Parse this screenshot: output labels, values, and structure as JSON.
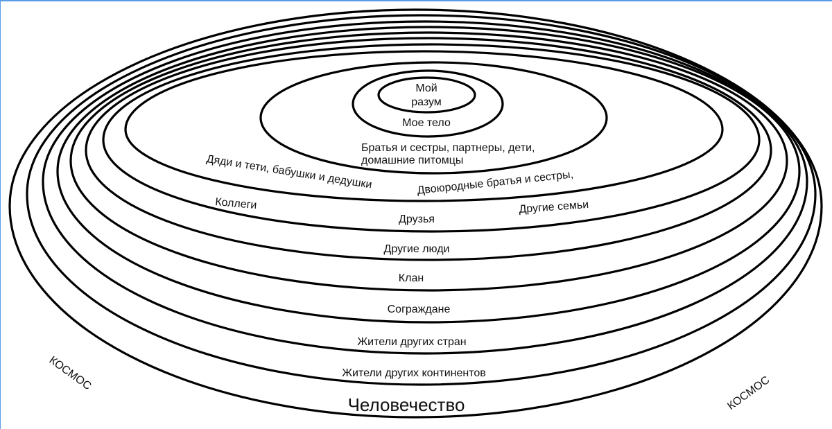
{
  "diagram": {
    "rings": [
      {
        "label": "Мой разум",
        "lines": [
          "Мой",
          "разум"
        ]
      },
      {
        "label": "Мое тело"
      },
      {
        "label": "Братья и сестры, партнеры, дети,",
        "label2": "домашние питомцы"
      },
      {
        "label": "Дяди и тети, бабушки и дедушки",
        "label2": "Двоюродные братья и сестры,"
      },
      {
        "label": "Коллеги",
        "label2": "Другие семьи"
      },
      {
        "label": "Друзья"
      },
      {
        "label": "Другие люди"
      },
      {
        "label": "Клан"
      },
      {
        "label": "Сограждане"
      },
      {
        "label": "Жители других стран"
      },
      {
        "label": "Жители других континентов"
      },
      {
        "label": "Человечество"
      }
    ],
    "outside_left": "КОСМОС",
    "outside_right": "КОСМОС",
    "line_color": "#000000",
    "frame_color": "#5b9be6"
  }
}
